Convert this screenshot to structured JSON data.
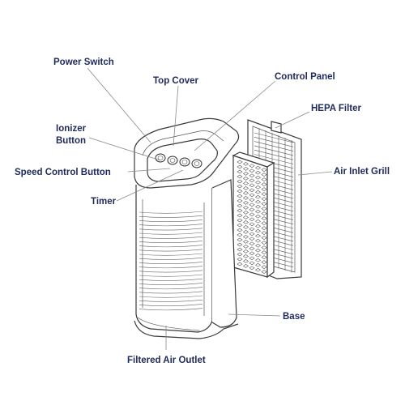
{
  "diagram": {
    "labels": {
      "power_switch": "Power Switch",
      "top_cover": "Top Cover",
      "control_panel": "Control Panel",
      "hepa_filter": "HEPA Filter",
      "ionizer_line1": "Ionizer",
      "ionizer_line2": "Button",
      "speed_control": "Speed Control Button",
      "air_inlet_grill": "Air Inlet Grill",
      "timer": "Timer",
      "base": "Base",
      "filtered_air_outlet": "Filtered Air Outlet"
    },
    "colors": {
      "label_text": "#1e2a5a",
      "leader_line": "#8a8a8a",
      "outline": "#3a3a3a"
    }
  }
}
